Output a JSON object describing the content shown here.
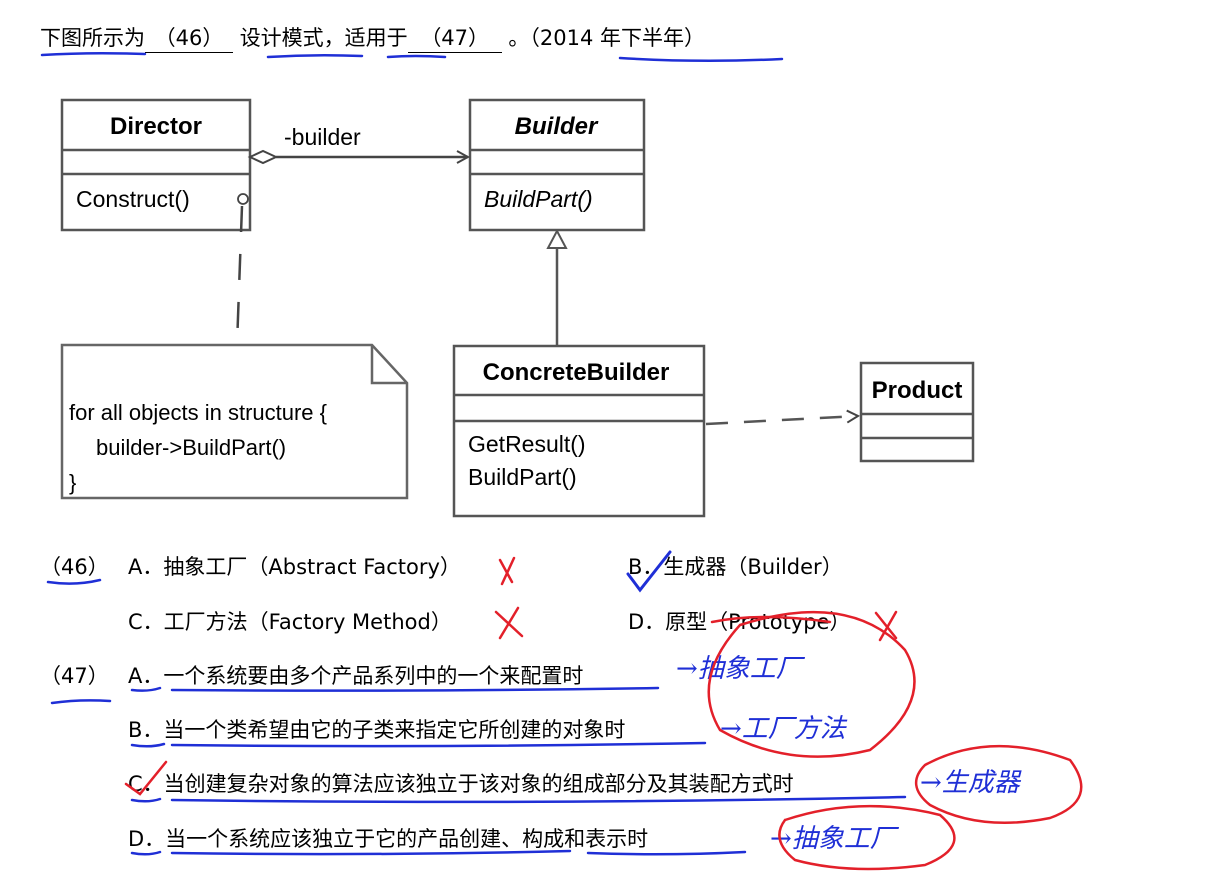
{
  "question": {
    "stem_a": "下图所示为",
    "blank46": "（46）",
    "stem_b": "设计模式，适用于",
    "blank47": "（47）",
    "stem_c": "。（2014 年下半年）"
  },
  "diagram": {
    "director": {
      "name": "Director",
      "method": "Construct()"
    },
    "builder": {
      "name": "Builder",
      "method": "BuildPart()"
    },
    "association_label": "-builder",
    "concrete": {
      "name": "ConcreteBuilder",
      "methods": [
        "GetResult()",
        "BuildPart()"
      ]
    },
    "product": {
      "name": "Product"
    },
    "note": {
      "lines": [
        "for all objects in structure {",
        "builder->BuildPart()",
        "}"
      ]
    }
  },
  "q46": {
    "number": "（46）",
    "A": {
      "letter": "A．",
      "text": "抽象工厂（Abstract  Factory）"
    },
    "B": {
      "letter": "B．",
      "text": "生成器（Builder）"
    },
    "C": {
      "letter": "C．",
      "text": "工厂方法（Factory  Method）"
    },
    "D": {
      "letter": "D．",
      "text": "原型（Prototype）"
    }
  },
  "q47": {
    "number": "（47）",
    "A": {
      "letter": "A．",
      "text": "一个系统要由多个产品系列中的一个来配置时"
    },
    "B": {
      "letter": "B．",
      "text": "当一个类希望由它的子类来指定它所创建的对象时"
    },
    "C": {
      "letter": "C．",
      "text": "当创建复杂对象的算法应该独立于该对象的组成部分及其装配方式时"
    },
    "D": {
      "letter": "D．",
      "text": "当一个系统应该独立于它的产品创建、构成和表示时"
    }
  },
  "annotations": {
    "mark_A": "→抽象工厂",
    "mark_B": "→工厂方法",
    "mark_C": "→生成器",
    "mark_D": "→抽象工厂"
  },
  "colors": {
    "blue_ink": "#1f2fd6",
    "red_ink": "#e3202a",
    "uml_stroke": "#555555"
  }
}
